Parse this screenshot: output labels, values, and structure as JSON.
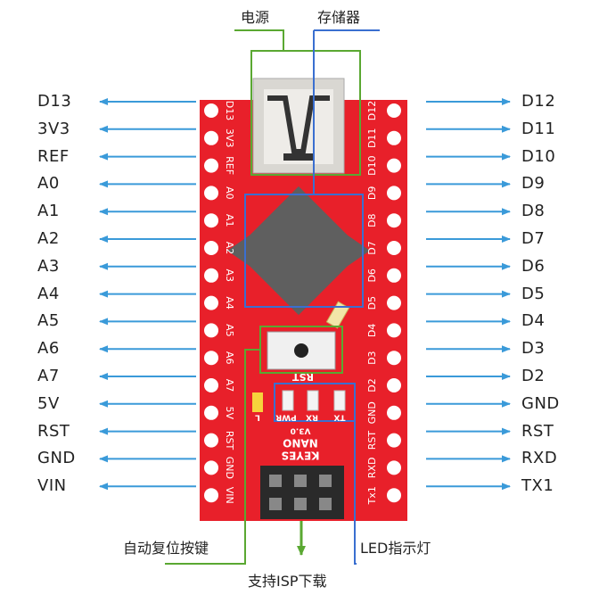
{
  "labels": {
    "power": "电源",
    "storage": "存储器",
    "reset_button": "自动复位按键",
    "isp": "支持ISP下载",
    "led": "LED指示灯"
  },
  "left_pins": [
    "D13",
    "3V3",
    "REF",
    "A0",
    "A1",
    "A2",
    "A3",
    "A4",
    "A5",
    "A6",
    "A7",
    "5V",
    "RST",
    "GND",
    "VIN"
  ],
  "right_pins": [
    "D12",
    "D11",
    "D10",
    "D9",
    "D8",
    "D7",
    "D6",
    "D5",
    "D4",
    "D3",
    "D2",
    "GND",
    "RST",
    "RXD",
    "TX1"
  ],
  "board": {
    "left_silk": [
      "D13",
      "3V3",
      "REF",
      "A0",
      "A1",
      "A2",
      "A3",
      "A4",
      "A5",
      "A6",
      "A7",
      "5V",
      "RST",
      "GND",
      "VIN"
    ],
    "right_silk": [
      "D12",
      "D11",
      "D10",
      "D9",
      "D8",
      "D7",
      "D6",
      "D5",
      "D4",
      "D3",
      "D2",
      "GND",
      "RST",
      "RXD",
      "Tx1"
    ],
    "reset_label": "RST",
    "led_labels": [
      "L",
      "PWR",
      "RX",
      "TX"
    ],
    "brand": "KEYES",
    "model": "NANO",
    "version": "V3.0"
  },
  "colors": {
    "board": "#e8202a",
    "arrow": "#3a9ad9",
    "green": "#5aa832",
    "blue_box": "#3a6fd0",
    "chip": "#5f5f5f"
  }
}
